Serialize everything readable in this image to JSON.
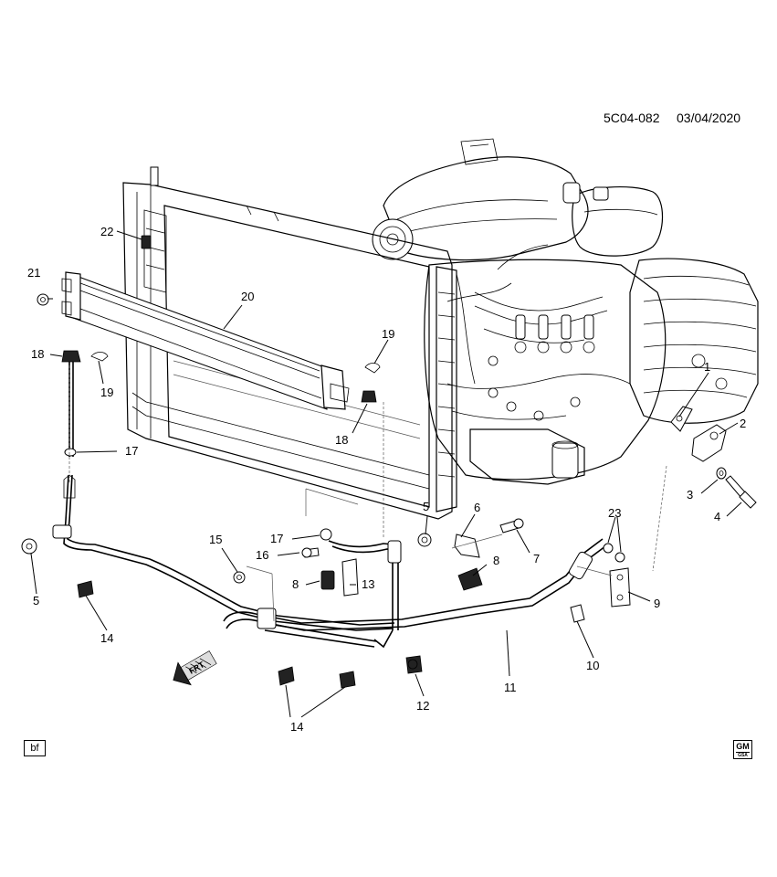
{
  "drawing_code": "5C04-082",
  "drawing_date": "03/04/2020",
  "corner_tag": "bf",
  "logo": {
    "top_text": "GM",
    "bottom_text": "GSA"
  },
  "front_marker": "FRT",
  "callouts": [
    {
      "id": "c1",
      "num": "1"
    },
    {
      "id": "c2",
      "num": "2"
    },
    {
      "id": "c3",
      "num": "3"
    },
    {
      "id": "c4",
      "num": "4"
    },
    {
      "id": "c5a",
      "num": "5"
    },
    {
      "id": "c5b",
      "num": "5"
    },
    {
      "id": "c6",
      "num": "6"
    },
    {
      "id": "c7",
      "num": "7"
    },
    {
      "id": "c8a",
      "num": "8"
    },
    {
      "id": "c8b",
      "num": "8"
    },
    {
      "id": "c9",
      "num": "9"
    },
    {
      "id": "c10",
      "num": "10"
    },
    {
      "id": "c11",
      "num": "11"
    },
    {
      "id": "c12",
      "num": "12"
    },
    {
      "id": "c13",
      "num": "13"
    },
    {
      "id": "c14a",
      "num": "14"
    },
    {
      "id": "c14b",
      "num": "14"
    },
    {
      "id": "c15",
      "num": "15"
    },
    {
      "id": "c16",
      "num": "16"
    },
    {
      "id": "c17a",
      "num": "17"
    },
    {
      "id": "c17b",
      "num": "17"
    },
    {
      "id": "c18a",
      "num": "18"
    },
    {
      "id": "c18b",
      "num": "18"
    },
    {
      "id": "c19a",
      "num": "19"
    },
    {
      "id": "c19b",
      "num": "19"
    },
    {
      "id": "c20",
      "num": "20"
    },
    {
      "id": "c21",
      "num": "21"
    },
    {
      "id": "c22",
      "num": "22"
    },
    {
      "id": "c23",
      "num": "23"
    }
  ]
}
